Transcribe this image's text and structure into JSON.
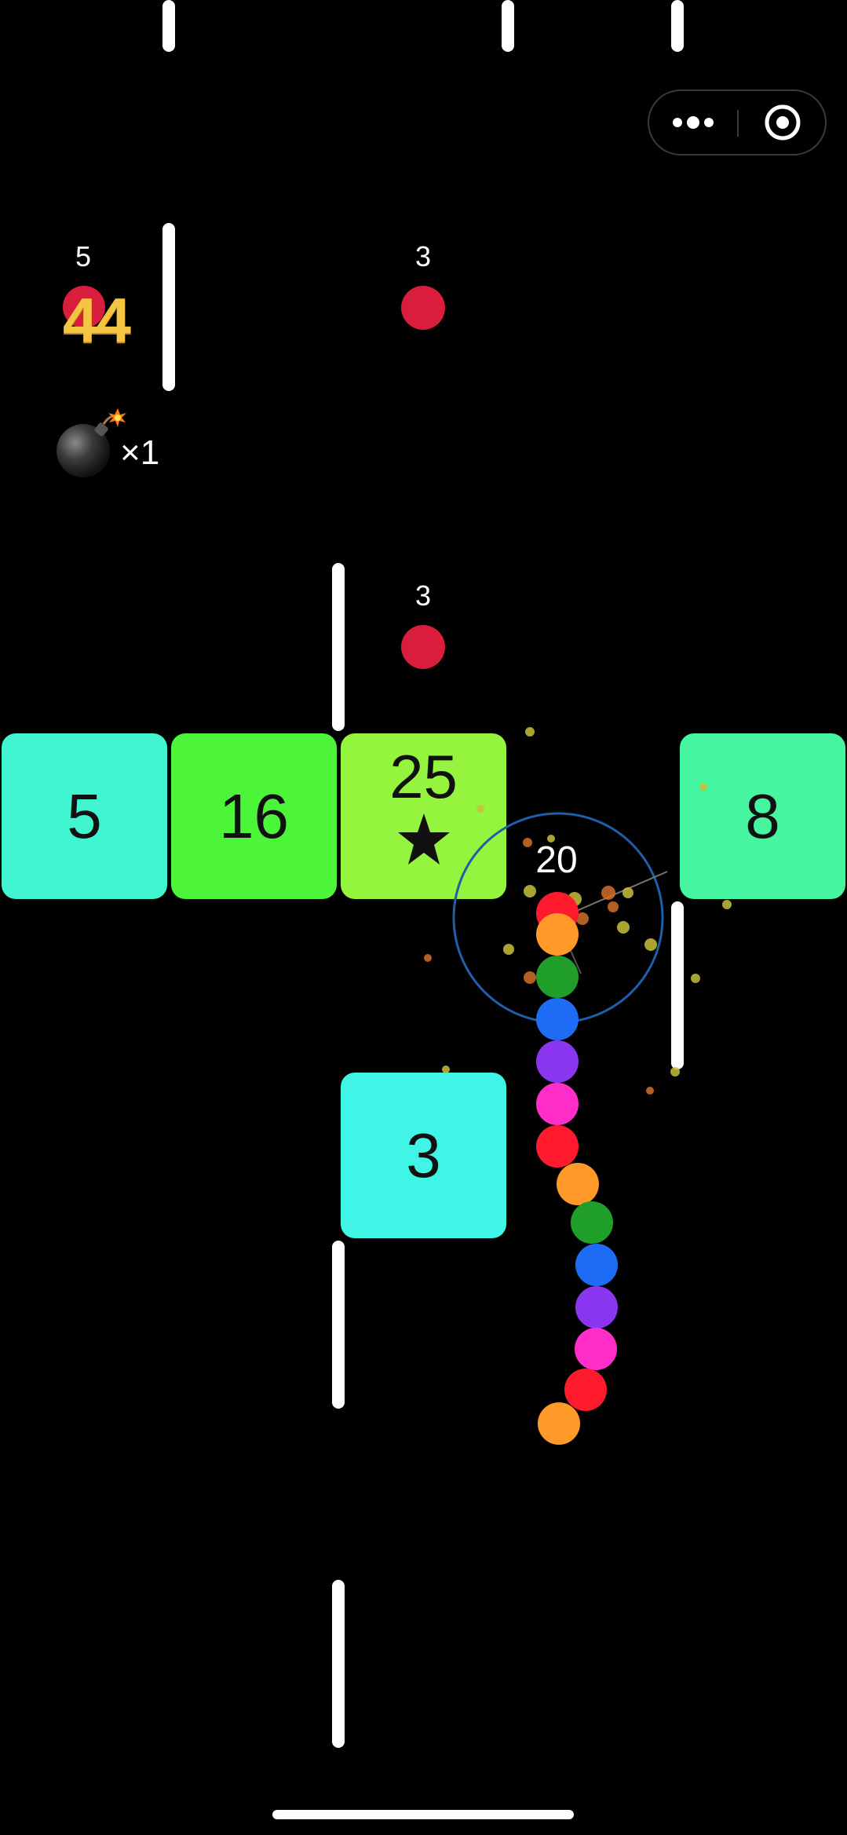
{
  "hud": {
    "top_left_label": "5",
    "score": "44",
    "bomb_count": "×1"
  },
  "capsule": {
    "menu_icon": "more-dots-icon",
    "close_icon": "target-circle-icon"
  },
  "food_labels": [
    "3",
    "3"
  ],
  "blocks": [
    {
      "value": "5",
      "color": "#40f5cf"
    },
    {
      "value": "16",
      "color": "#4df53a"
    },
    {
      "value": "25",
      "color": "#95f53e",
      "has_star": true
    },
    {
      "value": "8",
      "color": "#46f5a0"
    },
    {
      "value": "3",
      "color": "#40f5e6"
    }
  ],
  "snake": {
    "length_label": "20",
    "segment_colors": [
      "#ff1a2e",
      "#ff9a2a",
      "#1f9e2a",
      "#1e6cf5",
      "#8a36f0",
      "#ff2ec9",
      "#ff1a2e",
      "#ff9a2a",
      "#1f9e2a",
      "#1e6cf5",
      "#8a36f0",
      "#ff2ec9",
      "#ff1a2e",
      "#ff9a2a"
    ]
  },
  "colors": {
    "food": "#d81e3c",
    "wall": "#ffffff",
    "aura": "#1f5ea8"
  }
}
